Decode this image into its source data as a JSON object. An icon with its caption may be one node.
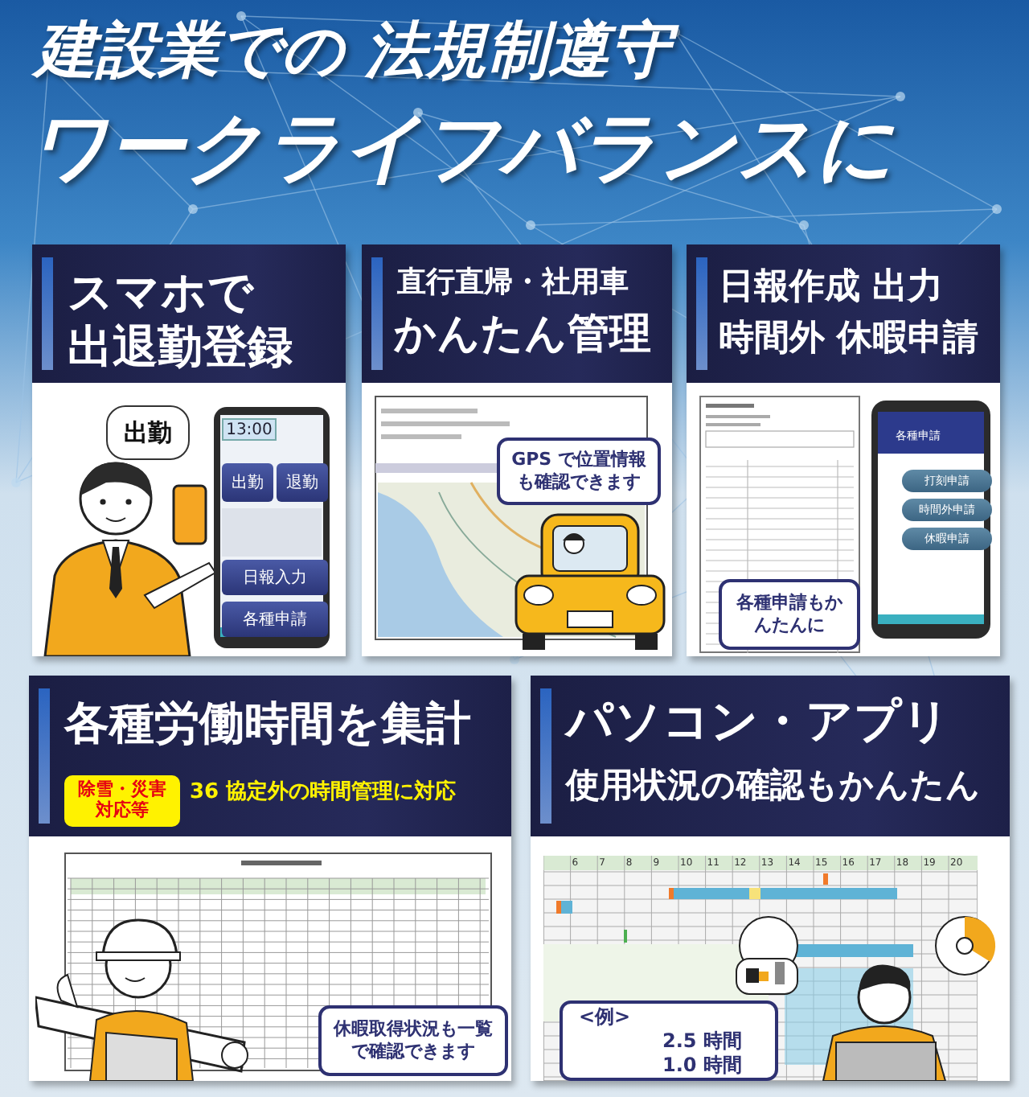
{
  "diagram": {
    "title": "建設業での 法規制遵守",
    "nodes": [
      {
        "text": [
          "スマホで",
          "出退勤登録"
        ]
      },
      {
        "text": [
          "直行直帰・社用車",
          "かんたん管理"
        ]
      },
      {
        "text": [
          "日報作成 出力",
          "時間外 休暇申請"
        ]
      },
      {
        "text": [
          "各種労働時間を集計",
          "36 協定外の時間管理に対応"
        ]
      },
      {
        "text": [
          "パソコン・アプリ",
          "使用状況の確認もかんたん"
        ]
      },
      {
        "text": [
          "出勤"
        ],
        "in": 0
      },
      {
        "text": [
          "GPS で位置情報も確認できます"
        ],
        "in": 1
      },
      {
        "text": [
          "各種申請もかんたんに"
        ],
        "in": 2
      },
      {
        "text": [
          "除雪・災害対応等"
        ],
        "in": 3
      },
      {
        "text": [
          "休暇取得状況も一覧で確認できます"
        ],
        "in": 3
      },
      {
        "text": [
          "<例>",
          "2.5 時間",
          "1.0 時間"
        ],
        "in": 4
      }
    ],
    "labels": [
      "ワークライフバランスに",
      "13:00",
      "出勤",
      "退勤",
      "日報入力",
      "各種申請",
      "各種申請",
      "打刻申請",
      "時間外申請",
      "休暇申請",
      "6",
      "7",
      "8",
      "9",
      "10",
      "11",
      "12",
      "13",
      "14",
      "15",
      "16",
      "17",
      "18",
      "19",
      "20"
    ]
  }
}
